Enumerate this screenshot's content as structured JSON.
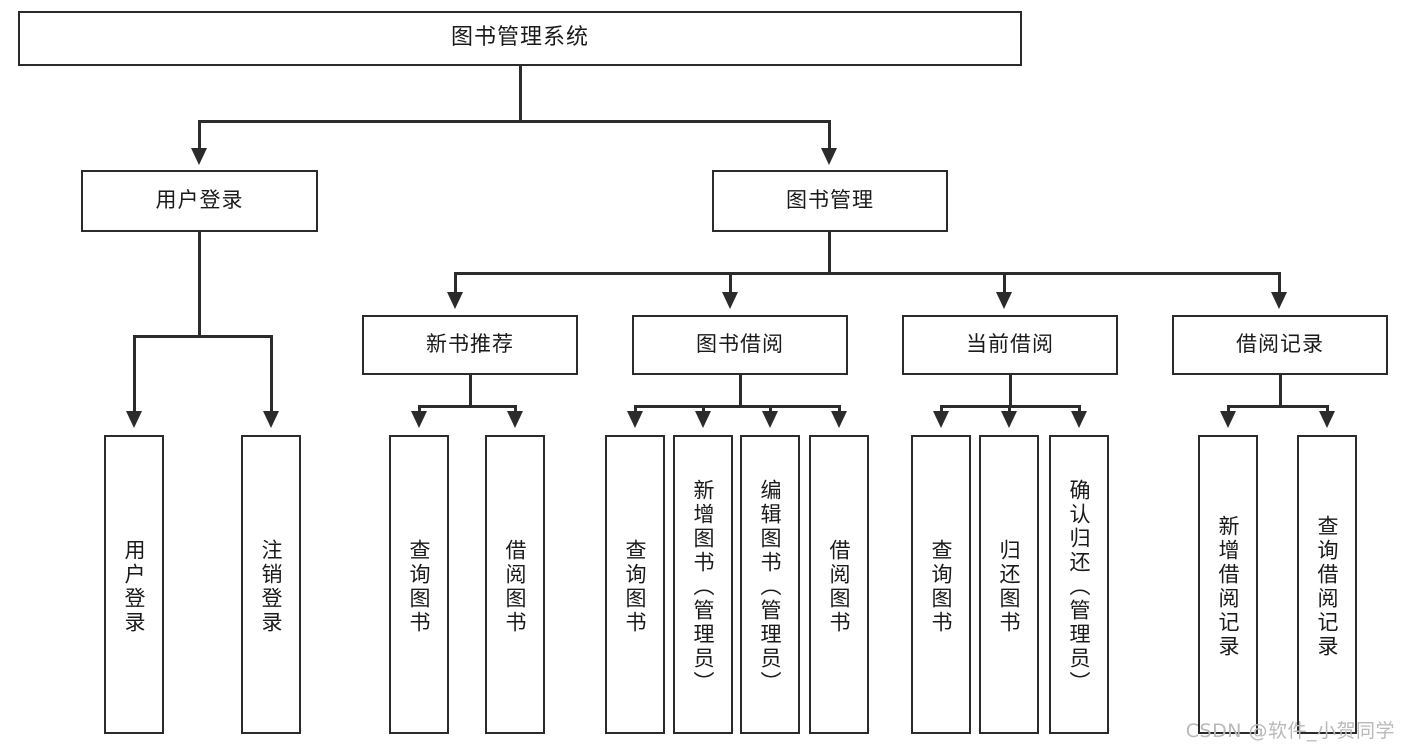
{
  "diagram": {
    "title": "图书管理系统",
    "watermark": "CSDN @软件_小贺同学"
  },
  "nodes": {
    "root": {
      "label": "图书管理系统"
    },
    "level2": [
      {
        "label": "用户登录"
      },
      {
        "label": "图书管理"
      }
    ],
    "level3": [
      {
        "label": "新书推荐"
      },
      {
        "label": "图书借阅"
      },
      {
        "label": "当前借阅"
      },
      {
        "label": "借阅记录"
      }
    ],
    "leaves": [
      {
        "label": "用户登录"
      },
      {
        "label": "注销登录"
      },
      {
        "label": "查询图书"
      },
      {
        "label": "借阅图书"
      },
      {
        "label": "查询图书"
      },
      {
        "label": "新增图书（管理员）"
      },
      {
        "label": "编辑图书（管理员）"
      },
      {
        "label": "借阅图书"
      },
      {
        "label": "查询图书"
      },
      {
        "label": "归还图书"
      },
      {
        "label": "确认归还（管理员）"
      },
      {
        "label": "新增借阅记录"
      },
      {
        "label": "查询借阅记录"
      }
    ]
  },
  "chart_data": {
    "type": "tree-diagram",
    "title": "图书管理系统",
    "orientation": "top-down",
    "edges": [
      {
        "from": "图书管理系统",
        "to": "用户登录"
      },
      {
        "from": "图书管理系统",
        "to": "图书管理"
      },
      {
        "from": "用户登录",
        "to": "用户登录"
      },
      {
        "from": "用户登录",
        "to": "注销登录"
      },
      {
        "from": "图书管理",
        "to": "新书推荐"
      },
      {
        "from": "图书管理",
        "to": "图书借阅"
      },
      {
        "from": "图书管理",
        "to": "当前借阅"
      },
      {
        "from": "图书管理",
        "to": "借阅记录"
      },
      {
        "from": "新书推荐",
        "to": "查询图书"
      },
      {
        "from": "新书推荐",
        "to": "借阅图书"
      },
      {
        "from": "图书借阅",
        "to": "查询图书"
      },
      {
        "from": "图书借阅",
        "to": "新增图书（管理员）"
      },
      {
        "from": "图书借阅",
        "to": "编辑图书（管理员）"
      },
      {
        "from": "图书借阅",
        "to": "借阅图书"
      },
      {
        "from": "当前借阅",
        "to": "查询图书"
      },
      {
        "from": "当前借阅",
        "to": "归还图书"
      },
      {
        "from": "当前借阅",
        "to": "确认归还（管理员）"
      },
      {
        "from": "借阅记录",
        "to": "新增借阅记录"
      },
      {
        "from": "借阅记录",
        "to": "查询借阅记录"
      }
    ]
  },
  "colors": {
    "stroke": "#2b2b2b",
    "fill": "#ffffff",
    "text": "#1a1a1a",
    "watermark": "#b9b9b9"
  }
}
